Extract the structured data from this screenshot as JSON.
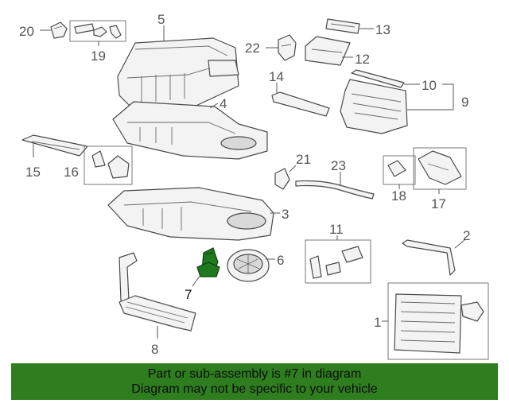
{
  "diagram": {
    "callouts": {
      "c1": "1",
      "c2": "2",
      "c3": "3",
      "c4": "4",
      "c5": "5",
      "c6": "6",
      "c7": "7",
      "c8": "8",
      "c9": "9",
      "c10": "10",
      "c11": "11",
      "c12": "12",
      "c13": "13",
      "c14": "14",
      "c15": "15",
      "c16": "16",
      "c17": "17",
      "c18": "18",
      "c19": "19",
      "c20": "20",
      "c21": "21",
      "c22": "22",
      "c23": "23"
    },
    "highlight_color": "#1f7a1f",
    "highlighted_part": "7"
  },
  "banner": {
    "line1": "Part or sub-assembly is #7 in diagram",
    "line2": "Diagram may not be specific to your vehicle",
    "background": "#2e7d1e"
  }
}
